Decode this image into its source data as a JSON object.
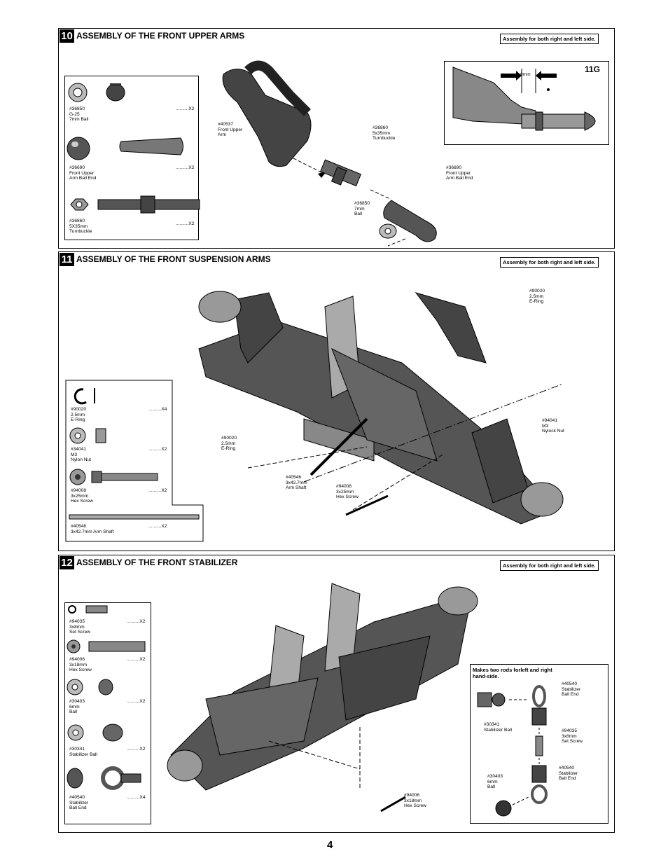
{
  "page_number": "4",
  "note": "Assembly for both right and left side.",
  "s10": {
    "num": "10",
    "title": "ASSEMBLY OF THE FRONT UPPER  ARMS",
    "parts": [
      {
        "label": "#36850\nG-25\n7mm Ball",
        "qty": "..........X2"
      },
      {
        "label": "#36690\nFront Upper\nArm Ball End",
        "qty": "..........X2"
      },
      {
        "label": "#36860\n5X35mm\nTurnbuckle",
        "qty": "..........X2"
      }
    ],
    "callouts": {
      "arm": "#40537\nFront Upper\nArm",
      "turnbuckle": "#36860\n5x35mm\nTurnbuckle",
      "ballend": "#36690\nFront Upper\nArm Ball End",
      "ball": "#36850\n7mm\nBall"
    },
    "detail": {
      "dim": "8mm",
      "ref": "11G"
    }
  },
  "s11": {
    "num": "11",
    "title": "ASSEMBLY OF THE FRONT SUSPENSION ARMS",
    "parts": [
      {
        "label": "#90020\n2.5mm\nE-Ring",
        "qty": "..........X4"
      },
      {
        "label": "#34041\nM3\nNylon Nut",
        "qty": "..........X2"
      },
      {
        "label": "#94008\n3x25mm\nHex Screw",
        "qty": "..........X2"
      },
      {
        "label": "#40546\n3x42.7mm Arm Shaft",
        "qty": "..........X2"
      }
    ],
    "callouts": {
      "ering_top": "#90020\n2.5mm\nE-Ring",
      "nut": "#94041\nM3\nNylock Nut",
      "ering_left": "#90020\n2.5mm\nE-Ring",
      "shaft": "#40546\n3x42.7mm\nArm Shaft",
      "screw": "#94008\n3x25mm\nHex Screw"
    }
  },
  "s12": {
    "num": "12",
    "title": "ASSEMBLY OF THE FRONT STABILIZER",
    "parts": [
      {
        "label": "#94035\n3x8mm\nSet Screw",
        "qty": "..........X2"
      },
      {
        "label": "#94006\n3x18mm\nHex Screw",
        "qty": "..........X2"
      },
      {
        "label": "#30403\n6mm\nBall",
        "qty": "..........X2"
      },
      {
        "label": "#30341\nStabilizer Ball",
        "qty": "..........X2"
      },
      {
        "label": "#40540\nStabilizer\nBall End",
        "qty": "..........X4"
      }
    ],
    "inset_title": "Makes two rods forleft and right\nhand-side.",
    "inset": {
      "ballend_top": "#40540\nStabilizer\nBall End",
      "stab_ball": "#30341\nStabilizer Ball",
      "setscrew": "#94035\n3x8mm\nSet Screw",
      "ballend_bot": "#40540\nStabilizer\nBall End",
      "ball6": "#30403\n6mm\nBall"
    },
    "screw_callout": "#94006\n3x18mm\nHex Screw"
  }
}
